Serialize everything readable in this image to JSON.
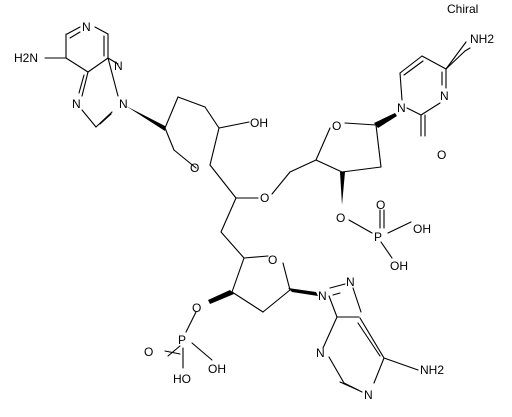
{
  "chiral_label": "Chiral",
  "atoms": {
    "n": "N",
    "o": "O",
    "nh2": "NH2",
    "h2n": "H2N",
    "oh": "OH",
    "ho": "HO",
    "p": "P"
  }
}
